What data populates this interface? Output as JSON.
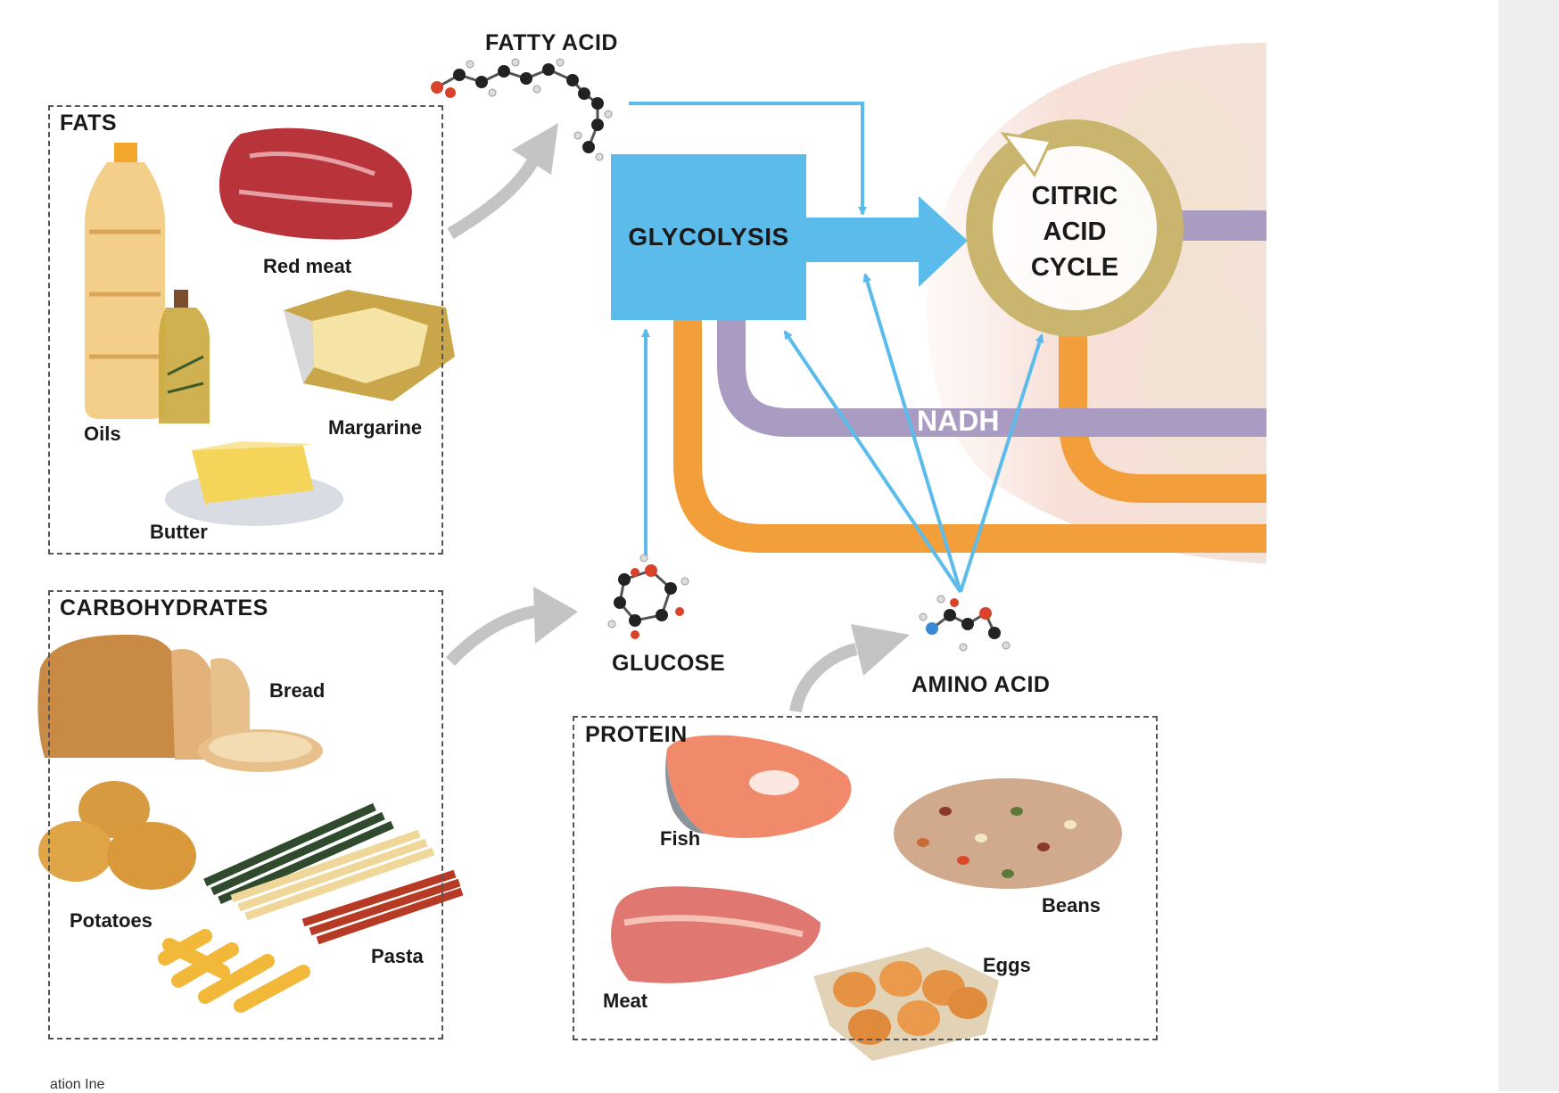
{
  "diagram": {
    "molecules": {
      "fatty_acid": "FATTY ACID",
      "glucose": "GLUCOSE",
      "amino_acid": "AMINO ACID"
    },
    "processes": {
      "glycolysis": "GLYCOLYSIS",
      "citric_acid_cycle": [
        "CITRIC",
        "ACID",
        "CYCLE"
      ],
      "nadh": "NADH"
    },
    "groups": {
      "fats": {
        "title": "FATS",
        "items": [
          "Red meat",
          "Oils",
          "Margarine",
          "Butter"
        ]
      },
      "carbohydrates": {
        "title": "CARBOHYDRATES",
        "items": [
          "Bread",
          "Potatoes",
          "Pasta"
        ]
      },
      "protein": {
        "title": "PROTEIN",
        "items": [
          "Fish",
          "Beans",
          "Meat",
          "Eggs"
        ]
      }
    },
    "colors": {
      "pathway_arrow": "#5bbcec",
      "glycolysis_box": "#5bbcec",
      "nadh_band": "#a99bc2",
      "atp_band": "#f29e3a",
      "cycle_ring": "#c9b56e",
      "gray_arrow": "#c4c4c4"
    }
  },
  "footer": {
    "text": "ation Ine"
  }
}
